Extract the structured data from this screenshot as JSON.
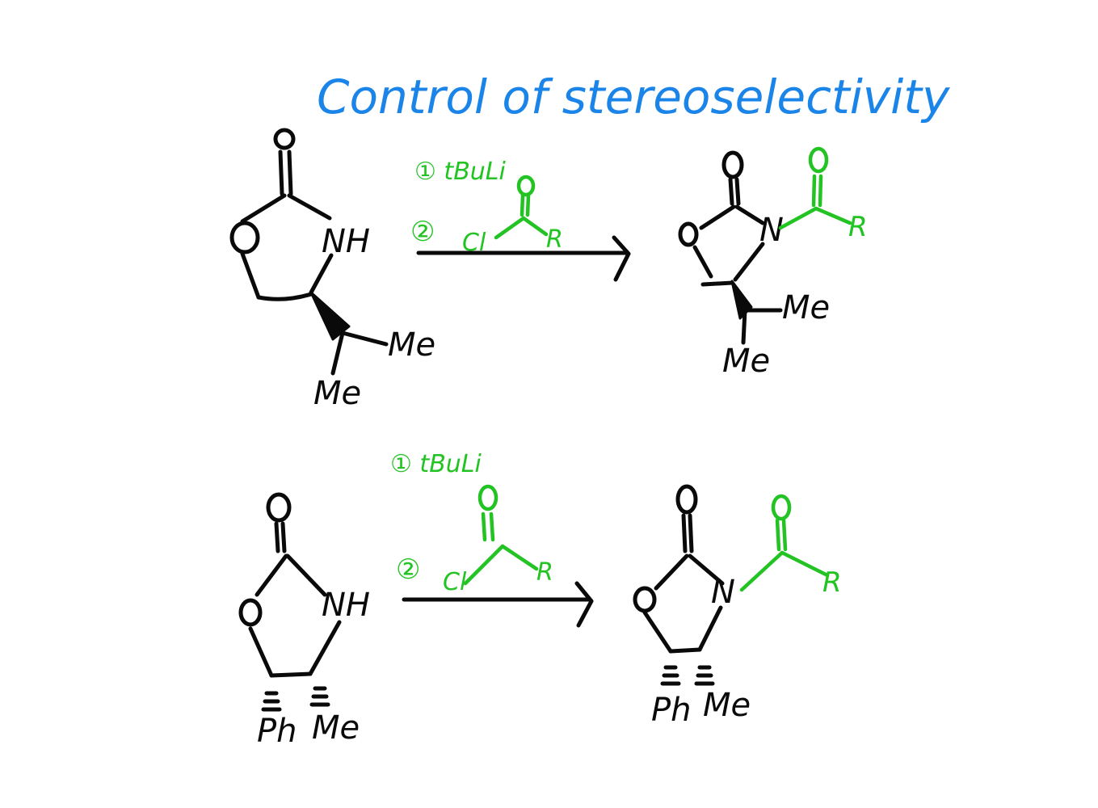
{
  "title": "Control of stereoselectivity",
  "colors": {
    "title": "#1a84e8",
    "structure": "#0a0a0a",
    "reagent": "#22c322",
    "background": "#ffffff"
  },
  "reactions": [
    {
      "reagents": {
        "step1": "① tBuLi",
        "step2_marker": "②",
        "step2_leaving": "Cl",
        "step2_carbonyl_O": "O",
        "step2_substituent": "R"
      },
      "reactant": {
        "carbonyl_O": "O",
        "ring_O": "O",
        "ring_N": "NH",
        "substituent_1": "Me",
        "substituent_2": "Me"
      },
      "product": {
        "carbonyl_O": "O",
        "ring_O": "O",
        "ring_N": "N",
        "acyl_O": "O",
        "acyl_R": "R",
        "substituent_1": "Me",
        "substituent_2": "Me"
      }
    },
    {
      "reagents": {
        "step1": "① tBuLi",
        "step2_marker": "②",
        "step2_leaving": "Cl",
        "step2_carbonyl_O": "O",
        "step2_substituent": "R"
      },
      "reactant": {
        "carbonyl_O": "O",
        "ring_O": "O",
        "ring_N": "NH",
        "substituent_1": "Ph",
        "substituent_2": "Me"
      },
      "product": {
        "carbonyl_O": "O",
        "ring_O": "O",
        "ring_N": "N",
        "acyl_O": "O",
        "acyl_R": "R",
        "substituent_1": "Ph",
        "substituent_2": "Me"
      }
    }
  ]
}
